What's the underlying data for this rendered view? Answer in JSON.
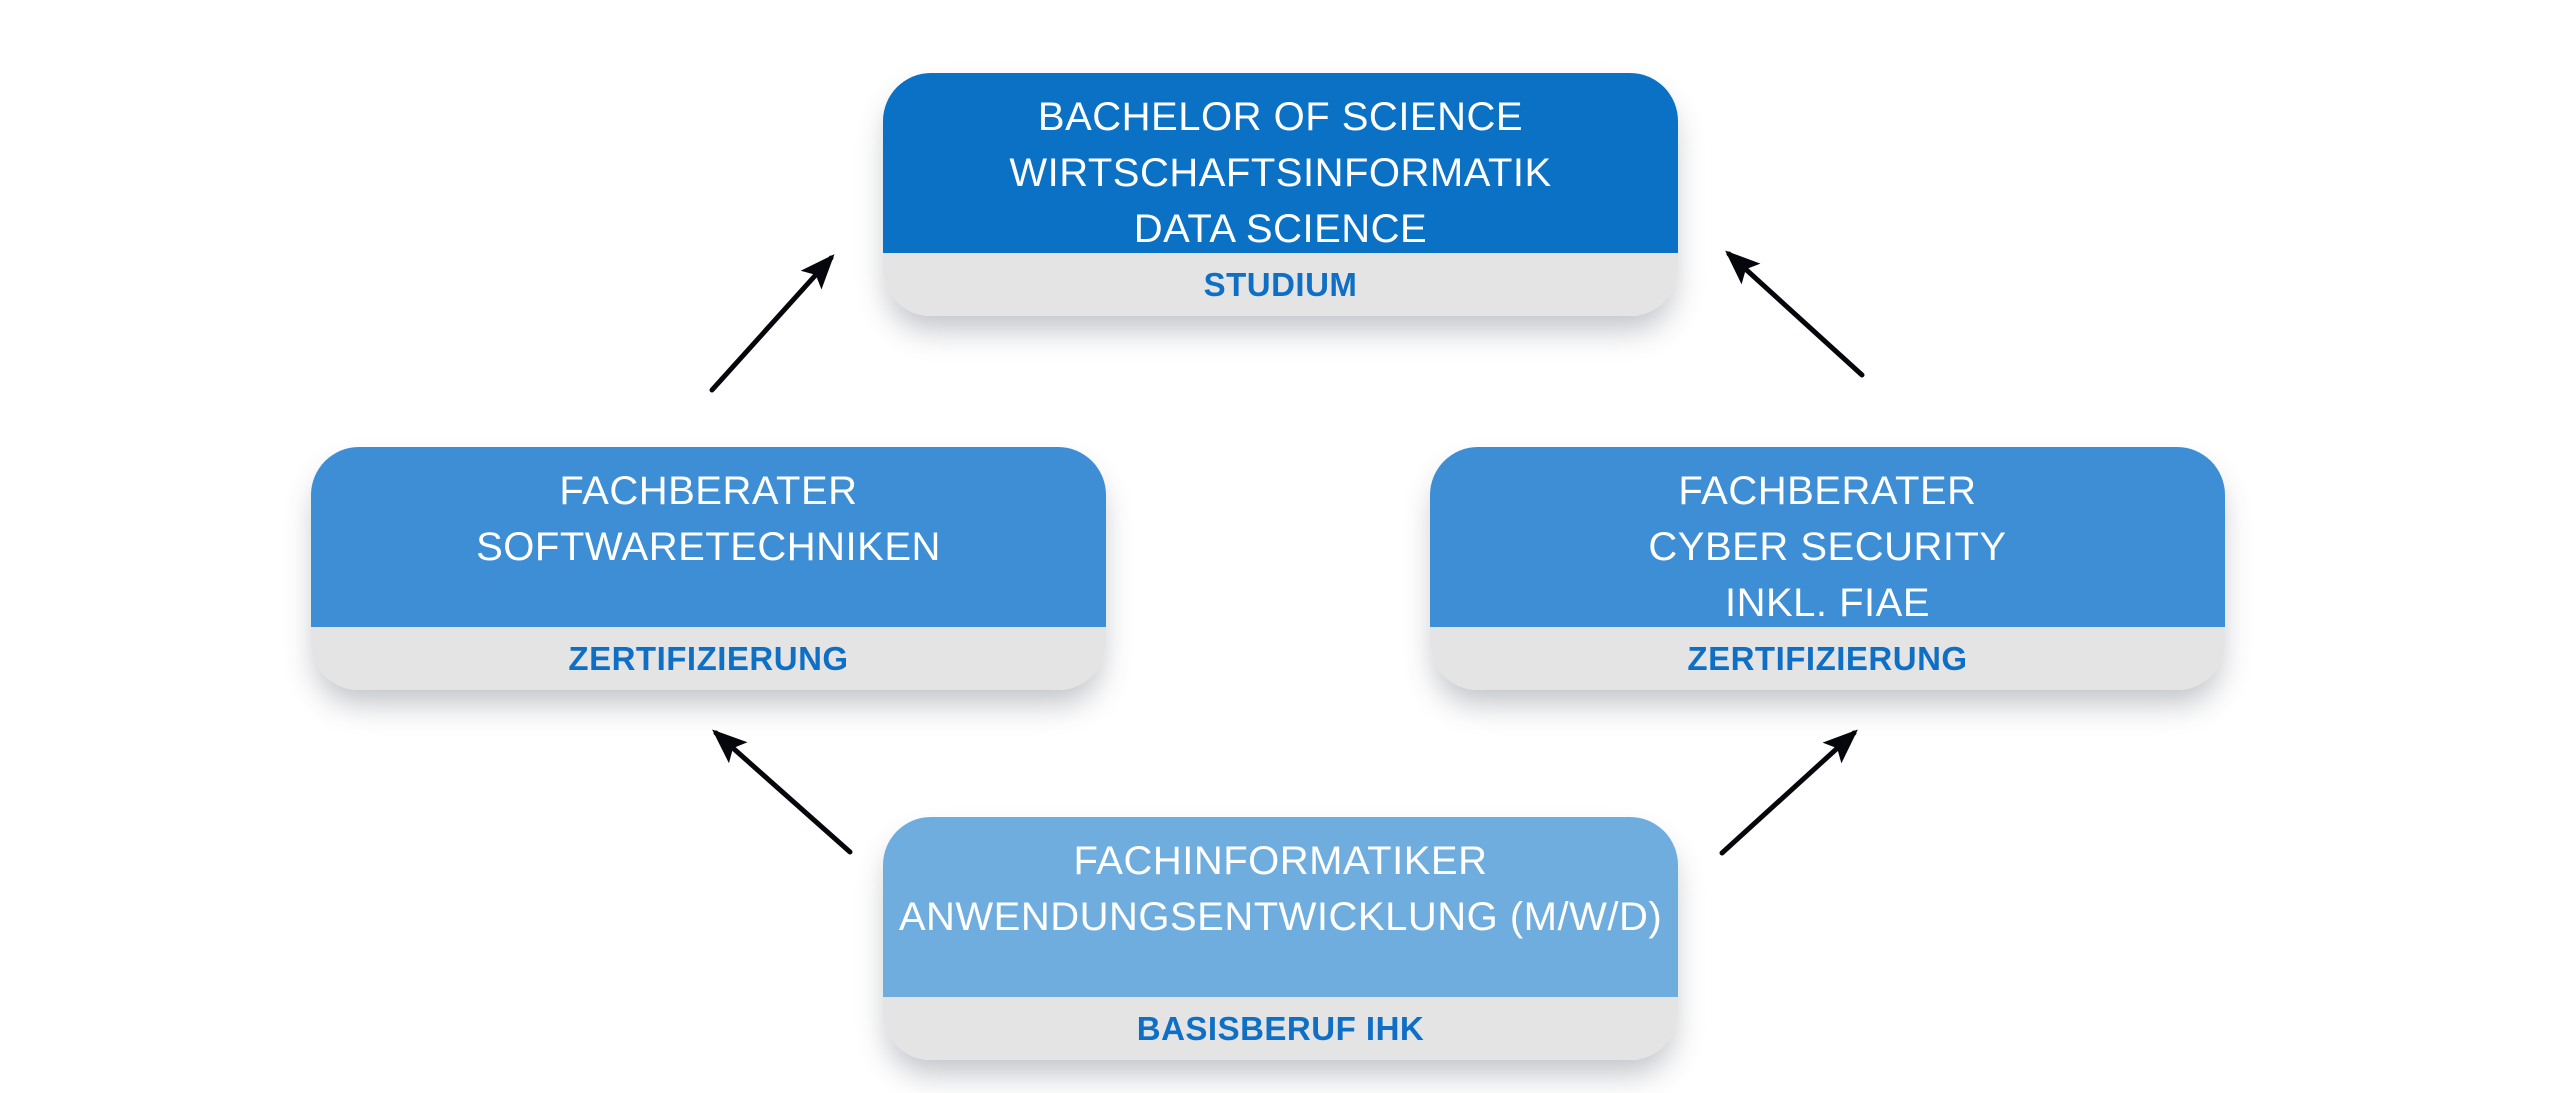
{
  "diagram": {
    "nodes": [
      {
        "id": "studium",
        "lines": [
          "BACHELOR OF SCIENCE",
          "WIRTSCHAFTSINFORMATIK",
          "DATA SCIENCE"
        ],
        "category": "STUDIUM"
      },
      {
        "id": "zertifizierung-softwaretechniken",
        "lines": [
          "FACHBERATER",
          "SOFTWARETECHNIKEN"
        ],
        "category": "ZERTIFIZIERUNG"
      },
      {
        "id": "zertifizierung-cyber-security",
        "lines": [
          "FACHBERATER",
          "CYBER SECURITY",
          "INKL. FIAE"
        ],
        "category": "ZERTIFIZIERUNG"
      },
      {
        "id": "basisberuf",
        "lines": [
          "FACHINFORMATIKER",
          "ANWENDUNGSENTWICKLUNG (M/W/D)"
        ],
        "category": "BASISBERUF IHK"
      }
    ],
    "edges": [
      {
        "from": "basisberuf",
        "to": "zertifizierung-softwaretechniken"
      },
      {
        "from": "basisberuf",
        "to": "zertifizierung-cyber-security"
      },
      {
        "from": "zertifizierung-softwaretechniken",
        "to": "studium"
      },
      {
        "from": "zertifizierung-cyber-security",
        "to": "studium"
      }
    ]
  },
  "colors": {
    "studium_fill": "#0b71c5",
    "zertifizierung_fill": "#3e8ed6",
    "basisberuf_fill": "#6fadde",
    "footer_fill": "#e4e4e4",
    "footer_text": "#0e6fc4",
    "node_text": "#ffffff",
    "arrow": "#06070c",
    "background": "#ffffff"
  }
}
